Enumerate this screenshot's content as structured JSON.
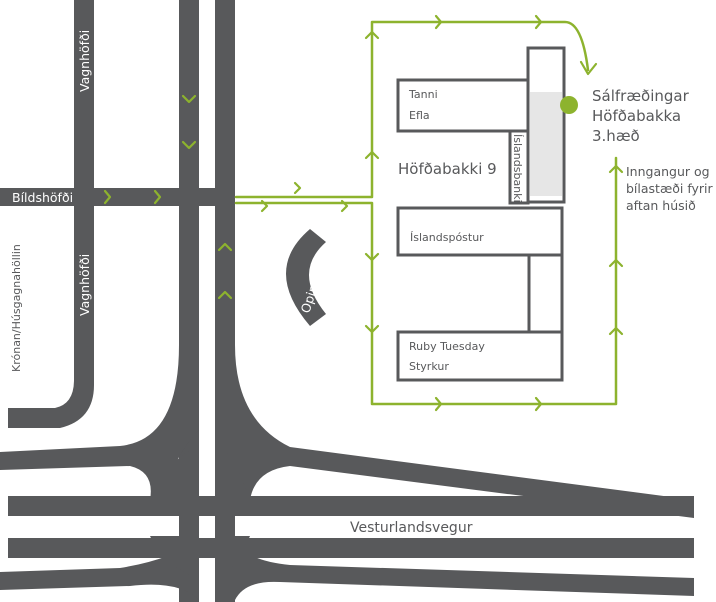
{
  "colors": {
    "road": "#58595b",
    "route": "#8db32e",
    "destination_marker": "#8db32e",
    "office_fill": "#e6e6e6",
    "background": "#ffffff",
    "road_label": "#ffffff",
    "text": "#58595b"
  },
  "roads": {
    "vagnhofdi_north": "Vagnhöfði",
    "vagnhofdi_south": "Vagnhöfði",
    "bildshofdi": "Bíldshöfði",
    "hofdabakki": "Höfðabakki",
    "vesturlandsvegur": "Vesturlandsvegur",
    "opin_kerfi": "Opin Kerfi",
    "kronan": "Krónan/Húsgagnahöllin"
  },
  "building": {
    "name": "Höfðabakki 9",
    "tenants": {
      "tanni": "Tanni",
      "efla": "Efla",
      "islandsbanki": "Íslandsbanki",
      "islandspostur": "Íslandspóstur",
      "ruby_tuesday": "Ruby Tuesday",
      "styrkur": "Styrkur"
    }
  },
  "destination": {
    "line1": "Sálfræðingar",
    "line2": "Höfðabakka",
    "line3": "3.hæð",
    "icon": "location-dot-icon"
  },
  "entrance_note": {
    "line1": "Inngangur og",
    "line2": "bílastæði fyrir",
    "line3": "aftan húsið"
  }
}
